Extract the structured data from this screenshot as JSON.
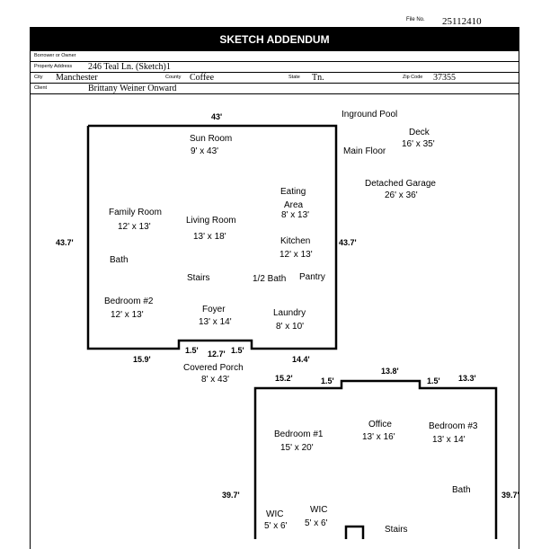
{
  "header": {
    "file_no_label": "File No.",
    "file_no_value": "25112410",
    "title": "SKETCH ADDENDUM"
  },
  "fields": {
    "borrower_label": "Borrower or Owner",
    "borrower_value": "",
    "property_label": "Property Address",
    "property_value": "246 Teal Ln. (Sketch)1",
    "city_label": "City",
    "city_value": "Manchester",
    "county_label": "County",
    "county_value": "Coffee",
    "state_label": "State",
    "state_value": "Tn.",
    "zip_label": "Zip Code",
    "zip_value": "37355",
    "client_label": "Client",
    "client_value": "Brittany Weiner  Onward"
  },
  "sketch": {
    "dims": {
      "top": "43'",
      "left": "43.7'",
      "right": "43.7'",
      "bottom_left": "15.9'",
      "porch_left": "1.5'",
      "porch_width": "12.7'",
      "porch_right": "1.5'",
      "bottom_right": "14.4'",
      "lower_left_top": "15.2'",
      "lower_step_left": "1.5'",
      "lower_top_mid": "13.8'",
      "lower_step_right": "1.5'",
      "lower_top_right": "13.3'",
      "lower_left": "39.7'",
      "lower_right": "39.7'"
    },
    "outside": {
      "inground_pool": "Inground Pool",
      "deck": "Deck",
      "deck_size": "16' x 35'",
      "main_floor": "Main Floor",
      "detached_garage": "Detached Garage",
      "garage_size": "26' x 36'",
      "covered_porch": "Covered Porch",
      "porch_size": "8' x 43'"
    },
    "main_rooms": {
      "sun_room": "Sun Room",
      "sun_room_size": "9' x 43'",
      "eating_area_1": "Eating",
      "eating_area_2": "Area",
      "eating_size": "8' x 13'",
      "family_room": "Family Room",
      "family_size": "12' x 13'",
      "living_room": "Living Room",
      "living_size": "13' x 18'",
      "kitchen": "Kitchen",
      "kitchen_size": "12' x 13'",
      "bath": "Bath",
      "stairs": "Stairs",
      "half_bath": "1/2 Bath",
      "pantry": "Pantry",
      "bedroom2": "Bedroom #2",
      "bedroom2_size": "12' x 13'",
      "foyer": "Foyer",
      "foyer_size": "13' x 14'",
      "laundry": "Laundry",
      "laundry_size": "8' x 10'"
    },
    "upper_rooms": {
      "bedroom1": "Bedroom #1",
      "bedroom1_size": "15' x 20'",
      "office": "Office",
      "office_size": "13' x 16'",
      "bedroom3": "Bedroom #3",
      "bedroom3_size": "13' x 14'",
      "bath": "Bath",
      "wic1": "WIC",
      "wic1_size": "5' x 6'",
      "wic2": "WIC",
      "wic2_size": "5' x 6'",
      "stairs": "Stairs"
    }
  }
}
